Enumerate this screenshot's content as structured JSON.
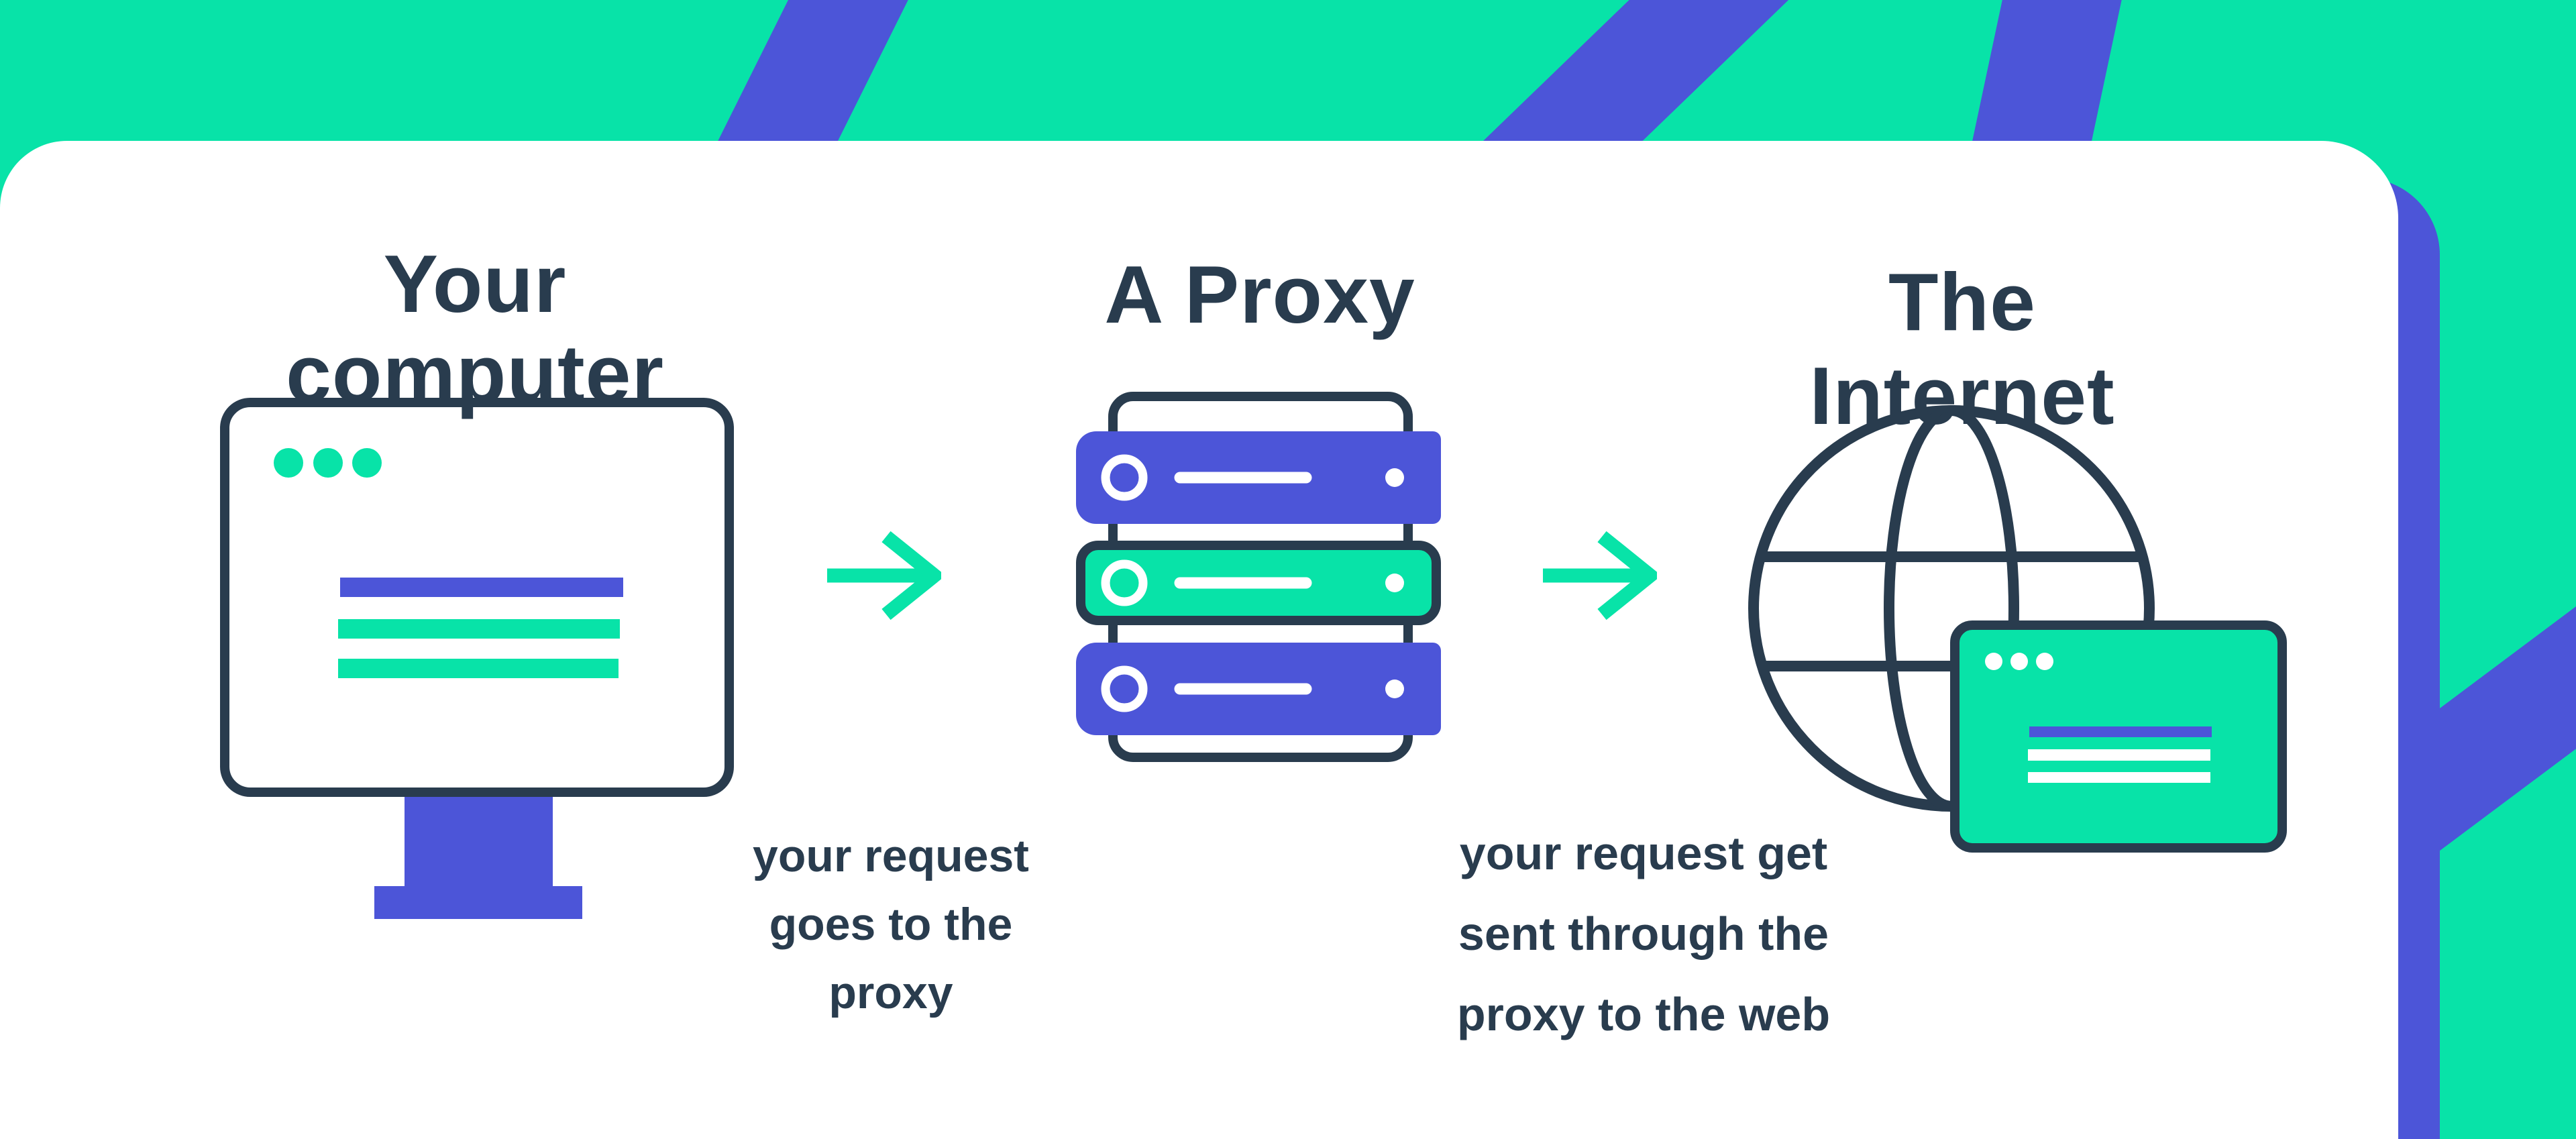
{
  "colors": {
    "background_green": "#08E3A8",
    "accent_purple": "#4C55D8",
    "ink_navy": "#293C4E",
    "white": "#FFFFFF"
  },
  "diagram": {
    "nodes": [
      {
        "id": "computer",
        "icon": "computer-monitor-icon",
        "title_lines": [
          "Your",
          "computer"
        ]
      },
      {
        "id": "proxy",
        "icon": "server-stack-icon",
        "title_lines": [
          "A Proxy"
        ]
      },
      {
        "id": "internet",
        "icon": "globe-browser-icon",
        "title_lines": [
          "The",
          "Internet"
        ]
      }
    ],
    "arrows": [
      {
        "from": "computer",
        "to": "proxy",
        "icon": "right-arrow-icon",
        "caption_lines": [
          "your request",
          "goes to the",
          "proxy"
        ]
      },
      {
        "from": "proxy",
        "to": "internet",
        "icon": "right-arrow-icon",
        "caption_lines": [
          "your request get",
          "sent through the",
          "proxy to the web"
        ]
      }
    ]
  }
}
